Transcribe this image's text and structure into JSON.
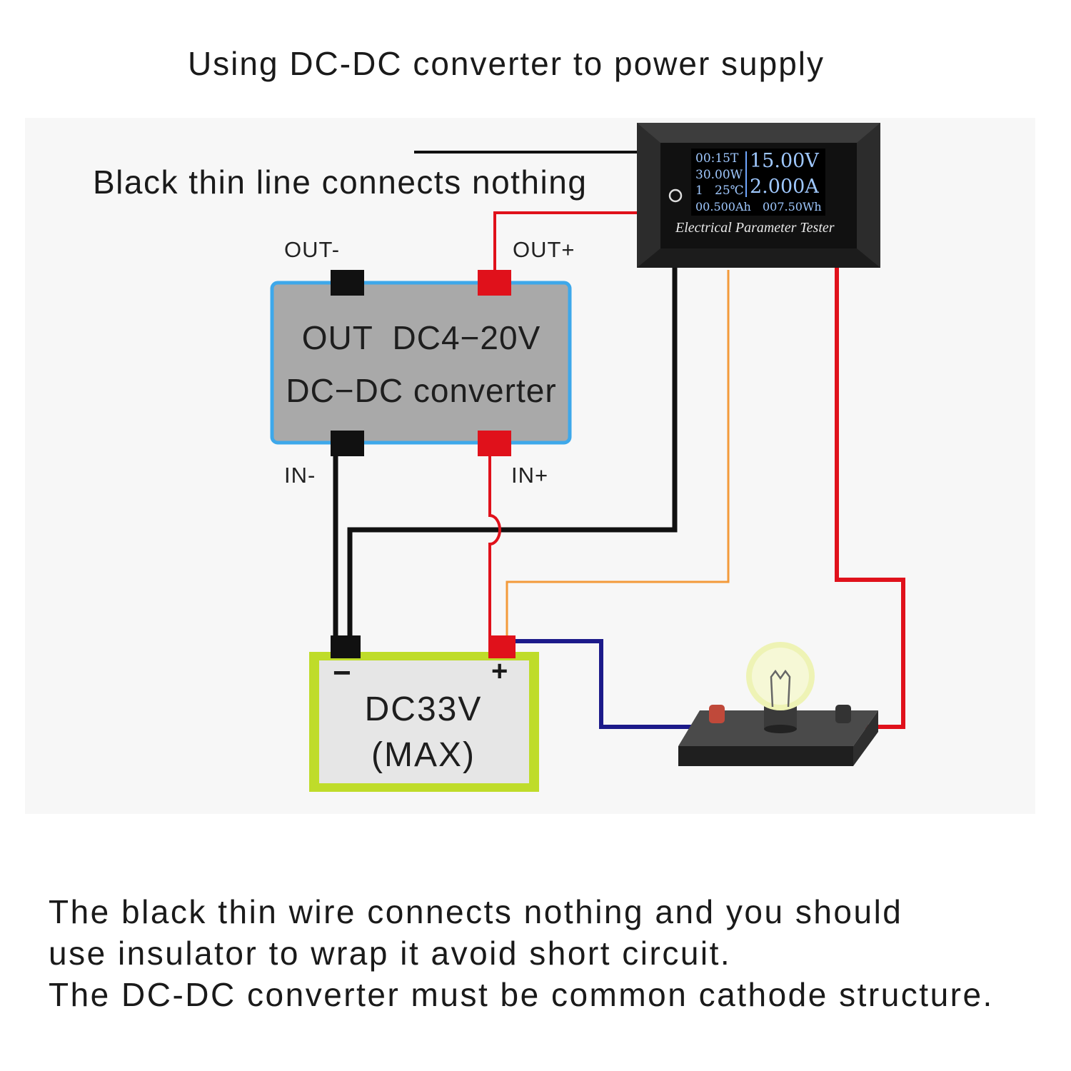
{
  "title": "Using DC-DC converter to power supply",
  "thin_line_note": "Black thin line connects nothing",
  "converter": {
    "out_minus": "OUT-",
    "out_plus": "OUT+",
    "in_minus": "IN-",
    "in_plus": "IN+",
    "line1": "OUT  DC4−20V",
    "line2": "DC−DC converter"
  },
  "battery": {
    "minus": "−",
    "plus": "+",
    "line1": "DC33V",
    "line2": "(MAX)"
  },
  "tester": {
    "time": "00:15T",
    "power": "30.00W",
    "misc": "1   25℃",
    "voltage": "15.00V",
    "current": "2.000A",
    "capacity": "00.500Ah",
    "energy": "007.50Wh",
    "caption": "Electrical Parameter Tester"
  },
  "bottom_text": [
    "The black thin wire connects nothing and you should",
    "use insulator to wrap it avoid short circuit.",
    "The DC-DC converter must be common cathode structure."
  ],
  "colors": {
    "wire_red": "#e0111b",
    "wire_black": "#111111",
    "wire_orange": "#f39a3a",
    "wire_blue": "#1c1a8a",
    "converter_fill": "#a9a9a9",
    "converter_border": "#3ea8ea",
    "battery_fill": "#e6e6e6",
    "battery_border": "#bfdc2a"
  }
}
